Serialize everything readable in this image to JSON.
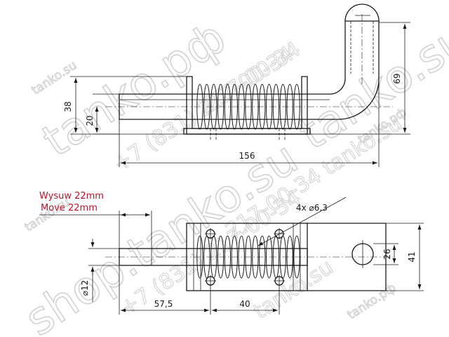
{
  "dimensions": {
    "top_view": {
      "height_38": "38",
      "height_20": "20",
      "length_156": "156",
      "height_69": "69"
    },
    "bottom_view": {
      "stroke_annotation_pl": "Wysuw 22mm",
      "stroke_annotation_en": "Move 22mm",
      "hole_callout": "4x ⌀6,3",
      "width_26": "26",
      "width_41": "41",
      "diameter_12": "⌀12",
      "length_57_5": "57,5",
      "length_40": "40"
    }
  },
  "watermarks": {
    "domain_big": "tanko.su",
    "domain_rf": "tanko.рф",
    "shop": "shop.tanko.su",
    "phone": "+7 (831) 217-00-34",
    "phone_short": "217-00-34",
    "phone_tanko": "217-00-34 tanko.su",
    "small_su": "tanko.su",
    "small_rf": "tanko.рф"
  },
  "colors": {
    "line": "#1a1a1a",
    "annotation_red": "#c0142b",
    "watermark": "#d2d2d2"
  }
}
